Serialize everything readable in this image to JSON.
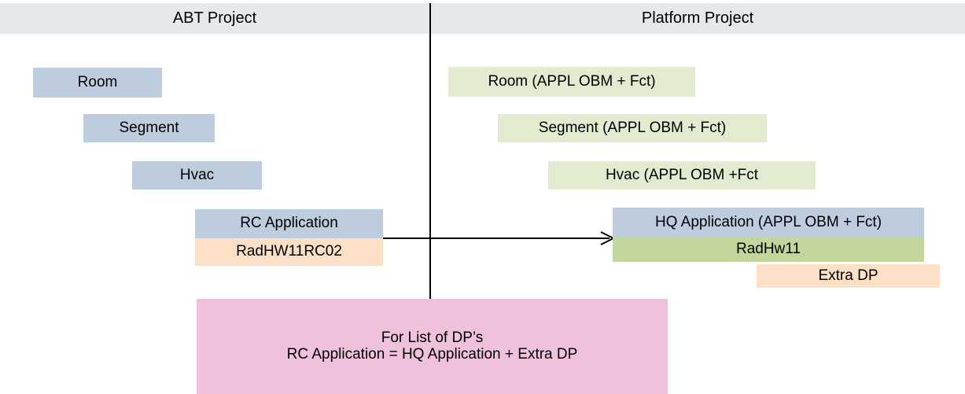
{
  "diagram": {
    "title_left": "ABT Project",
    "title_right": "Platform  Project",
    "colors": {
      "header_band": "#e5e9ed",
      "blue_box": "#bdcddd",
      "light_green_box": "#e2ead0",
      "olive_green_box": "#c3d69b",
      "peach_box": "#fce0c6",
      "pink_box": "#efc1dd",
      "divider_line": "#000000",
      "arrow": "#000000",
      "text": "#000000"
    }
  },
  "left_column": {
    "boxes": [
      {
        "label": "Room",
        "color": "blue"
      },
      {
        "label": "Segment",
        "color": "blue"
      },
      {
        "label": "Hvac",
        "color": "blue"
      },
      {
        "label": "RC Application",
        "color": "blue"
      },
      {
        "label": "RadHW11RC02",
        "color": "peach"
      }
    ]
  },
  "right_column": {
    "boxes": [
      {
        "label": "Room (APPL OBM + Fct)",
        "color": "green"
      },
      {
        "label": "Segment (APPL OBM + Fct)",
        "color": "green"
      },
      {
        "label": "Hvac (APPL OBM +Fct",
        "color": "green"
      },
      {
        "label": "HQ Application  (APPL OBM + Fct)",
        "color": "blue"
      },
      {
        "label": "RadHw11",
        "color": "olive"
      },
      {
        "label": "Extra DP",
        "color": "peach"
      }
    ]
  },
  "arrow": {
    "name": "rc-to-hq-arrow",
    "from": "RC Application",
    "to": "HQ Application  (APPL OBM + Fct)"
  },
  "note": {
    "line1": "For List of DP’s",
    "line2": "RC Application  =  HQ Application  +  Extra DP"
  }
}
